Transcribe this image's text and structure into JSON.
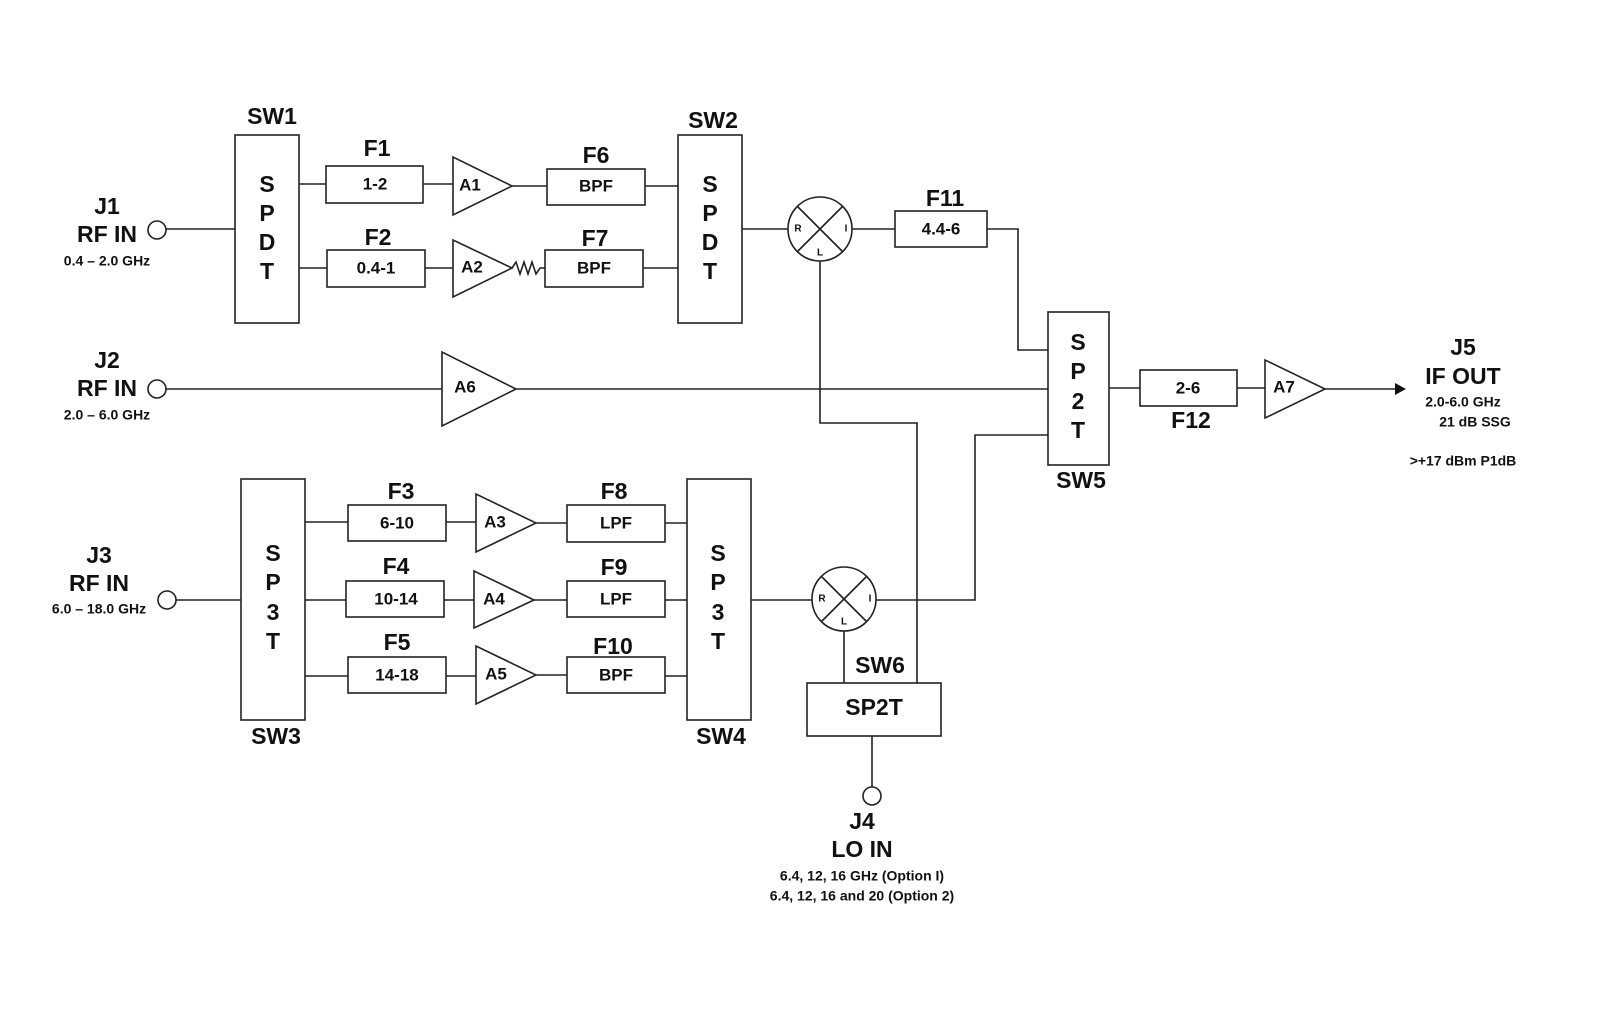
{
  "ports": {
    "j1": {
      "name": "J1",
      "type": "RF IN",
      "range": "0.4 – 2.0 GHz"
    },
    "j2": {
      "name": "J2",
      "type": "RF IN",
      "range": "2.0 – 6.0 GHz"
    },
    "j3": {
      "name": "J3",
      "type": "RF IN",
      "range": "6.0 – 18.0 GHz"
    },
    "j4": {
      "name": "J4",
      "type": "LO IN",
      "option1": "6.4, 12, 16 GHz (Option I)",
      "option2": "6.4, 12, 16 and 20 (Option 2)"
    },
    "j5": {
      "name": "J5",
      "type": "IF OUT",
      "range": "2.0-6.0 GHz",
      "gain": "21 dB SSG",
      "p1db": ">+17 dBm P1dB"
    }
  },
  "switches": {
    "sw1": {
      "name": "SW1",
      "letters": [
        "S",
        "P",
        "D",
        "T"
      ]
    },
    "sw2": {
      "name": "SW2",
      "letters": [
        "S",
        "P",
        "D",
        "T"
      ]
    },
    "sw3": {
      "name": "SW3",
      "letters": [
        "S",
        "P",
        "3",
        "T"
      ]
    },
    "sw4": {
      "name": "SW4",
      "letters": [
        "S",
        "P",
        "3",
        "T"
      ]
    },
    "sw5": {
      "name": "SW5",
      "letters": [
        "S",
        "P",
        "2",
        "T"
      ]
    },
    "sw6": {
      "name": "SW6",
      "type": "SP2T"
    }
  },
  "filters": {
    "f1": {
      "name": "F1",
      "value": "1-2"
    },
    "f2": {
      "name": "F2",
      "value": "0.4-1"
    },
    "f3": {
      "name": "F3",
      "value": "6-10"
    },
    "f4": {
      "name": "F4",
      "value": "10-14"
    },
    "f5": {
      "name": "F5",
      "value": "14-18"
    },
    "f6": {
      "name": "F6",
      "value": "BPF"
    },
    "f7": {
      "name": "F7",
      "value": "BPF"
    },
    "f8": {
      "name": "F8",
      "value": "LPF"
    },
    "f9": {
      "name": "F9",
      "value": "LPF"
    },
    "f10": {
      "name": "F10",
      "value": "BPF"
    },
    "f11": {
      "name": "F11",
      "value": "4.4-6"
    },
    "f12": {
      "name": "F12",
      "value": "2-6"
    }
  },
  "amplifiers": {
    "a1": "A1",
    "a2": "A2",
    "a3": "A3",
    "a4": "A4",
    "a5": "A5",
    "a6": "A6",
    "a7": "A7"
  },
  "mixer": {
    "r": "R",
    "i": "I",
    "l": "L"
  }
}
